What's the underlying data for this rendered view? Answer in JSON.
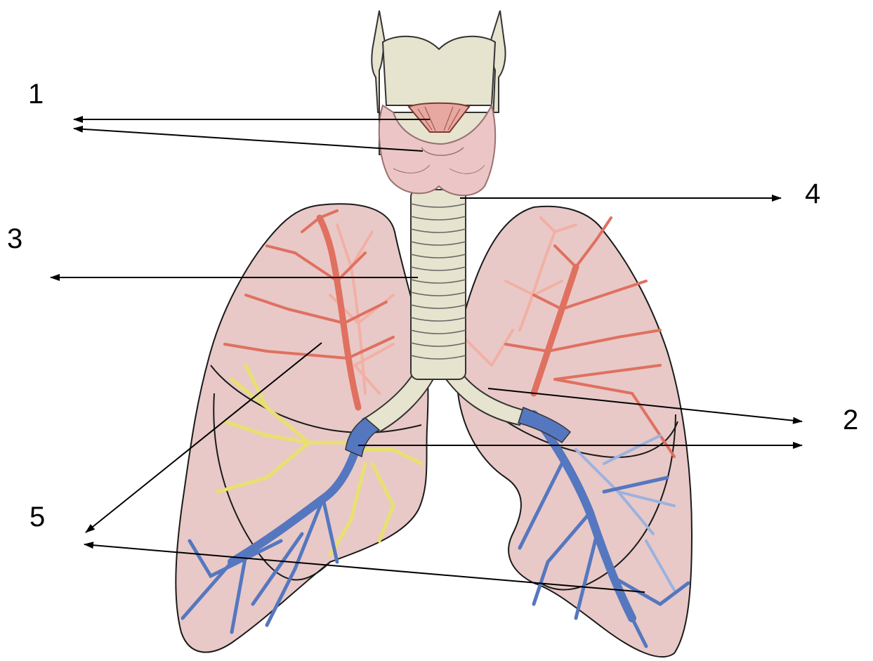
{
  "labels": {
    "one": "1",
    "two": "2",
    "three": "3",
    "four": "4",
    "five": "5"
  },
  "colors": {
    "lung_fill": "#e8c9c7",
    "lung_outline": "#1a1a1a",
    "cartilage": "#e6e3ce",
    "thyroid": "#ecc6c6",
    "artery_red": "#e07060",
    "artery_light": "#f2b0a4",
    "vein_blue": "#5577c0",
    "vein_light": "#9ab2e0",
    "bronchus_yellow": "#e8e070",
    "arrow": "#000000"
  }
}
